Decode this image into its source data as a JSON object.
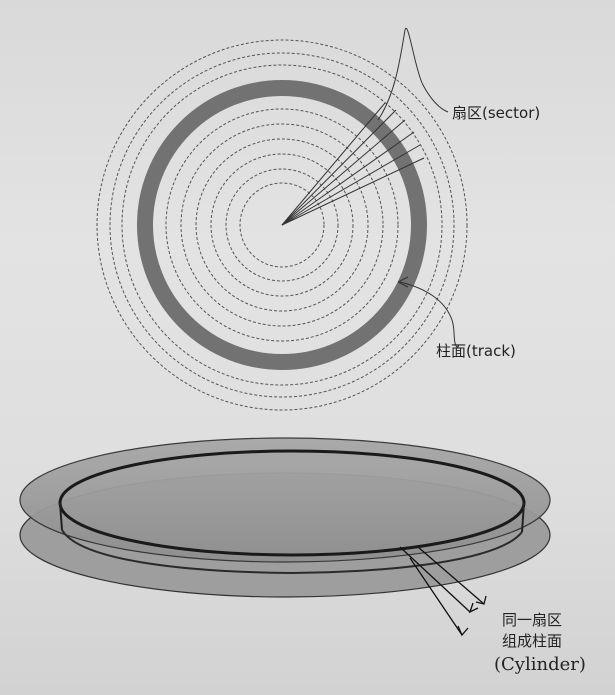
{
  "labels": {
    "sector": "扇区(sector)",
    "track": "柱面(track)",
    "cylinder_line1": "同一扇区",
    "cylinder_line2": "组成柱面",
    "cylinder_line3": "(Cylinder)"
  },
  "colors": {
    "page": "#dedede",
    "ink": "#222222",
    "band": "#6e6e6e",
    "platter_fill": "#9a9a9a"
  }
}
